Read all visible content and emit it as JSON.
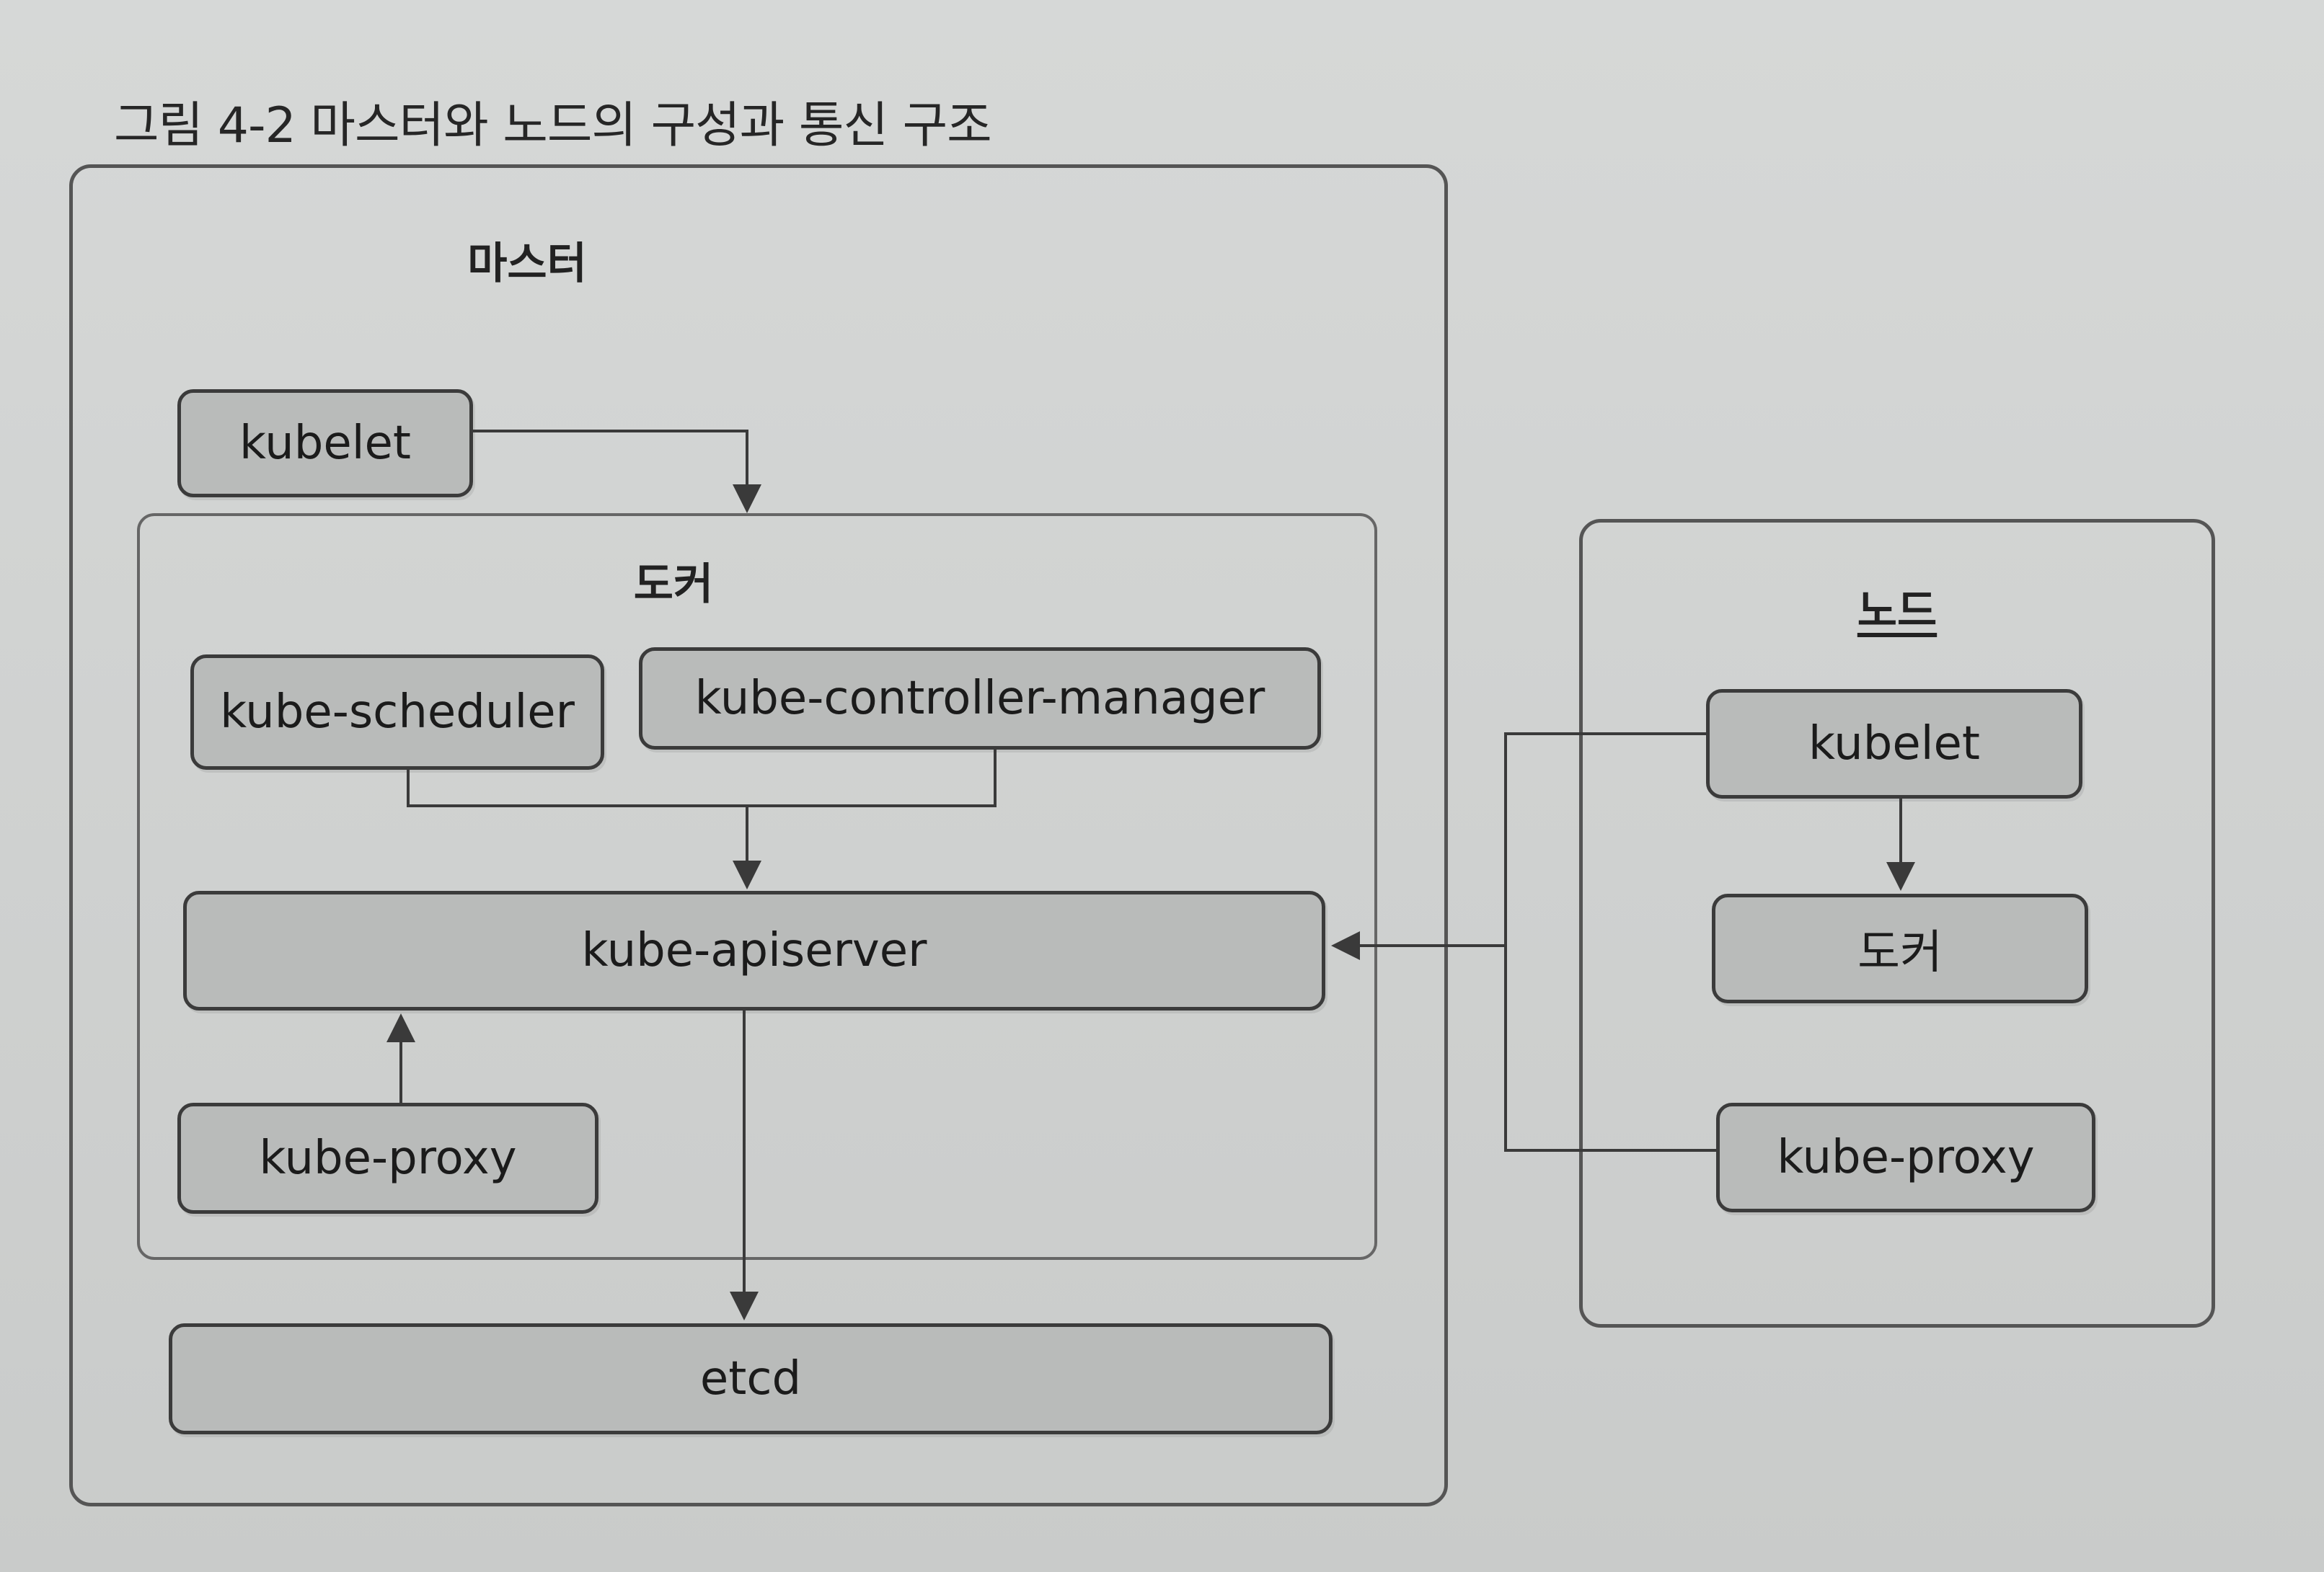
{
  "caption": "그림 4-2 마스터와 노드의 구성과 통신 구조",
  "master": {
    "title": "마스터",
    "kubelet": "kubelet",
    "docker": {
      "title": "도커",
      "kube_scheduler": "kube-scheduler",
      "kube_controller_manager": "kube-controller-manager",
      "kube_apiserver": "kube-apiserver",
      "kube_proxy": "kube-proxy"
    },
    "etcd": "etcd"
  },
  "node": {
    "title": "노드",
    "kubelet": "kubelet",
    "docker": "도커",
    "kube_proxy": "kube-proxy"
  },
  "colors": {
    "box_fill": "#b9bbba",
    "border": "#3b3b3b",
    "background": "#cfd1d0"
  }
}
